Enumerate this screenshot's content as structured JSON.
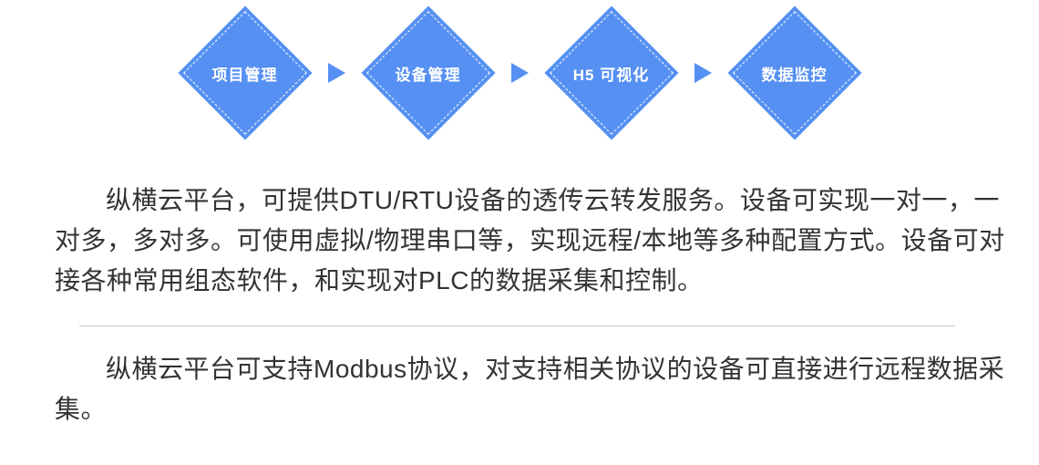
{
  "flow": {
    "steps": [
      {
        "label": "项目管理"
      },
      {
        "label": "设备管理"
      },
      {
        "label": "H5 可视化"
      },
      {
        "label": "数据监控"
      }
    ],
    "diamond_color": "#5590F2",
    "arrow_color": "#5590F2",
    "label_color": "#ffffff"
  },
  "paragraphs": {
    "text_color": "#333333",
    "p1": {
      "lines": [
        "纵横云平台，可提供DTU/RTU设备的透传云转发服务。设备可实现一对一，一",
        "对多，多对多。可使用虚拟/物理串口等，实现远程/本地等多种配置方式。设备可对",
        "接各种常用组态软件，和实现对PLC的数据采集和控制。"
      ],
      "full_text": "纵横云平台，可提供DTU/RTU设备的透传云转发服务。设备可实现一对一，一对多，多对多。可使用虚拟/物理串口等，实现远程/本地等多种配置方式。设备可对接各种常用组态软件，和实现对PLC的数据采集和控制。"
    },
    "p2": {
      "lines": [
        "纵横云平台可支持Modbus协议，对支持相关协议的设备可直接进行远程数据采",
        "集。"
      ],
      "full_text": "纵横云平台可支持Modbus协议，对支持相关协议的设备可直接进行远程数据采集。"
    }
  },
  "divider_color": "#cbcbcb"
}
